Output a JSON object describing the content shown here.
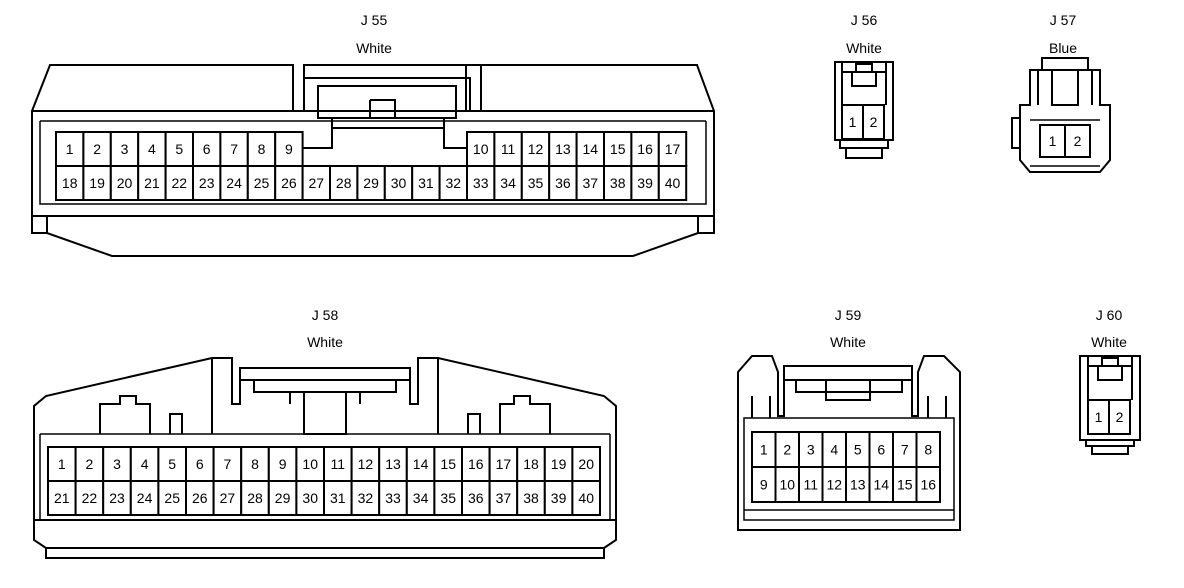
{
  "connectors": [
    {
      "id": "j55",
      "name": "J 55",
      "color": "White",
      "rows": [
        [
          "1",
          "2",
          "3",
          "4",
          "5",
          "6",
          "7",
          "8",
          "9",
          "",
          "",
          "",
          "",
          "",
          "",
          "10",
          "11",
          "12",
          "13",
          "14",
          "15",
          "16",
          "17"
        ],
        [
          "18",
          "19",
          "20",
          "21",
          "22",
          "23",
          "24",
          "25",
          "26",
          "27",
          "28",
          "29",
          "30",
          "31",
          "32",
          "33",
          "34",
          "35",
          "36",
          "37",
          "38",
          "39",
          "40"
        ]
      ]
    },
    {
      "id": "j56",
      "name": "J 56",
      "color": "White",
      "rows": [
        [
          "1",
          "2"
        ]
      ]
    },
    {
      "id": "j57",
      "name": "J 57",
      "color": "Blue",
      "rows": [
        [
          "1",
          "2"
        ]
      ]
    },
    {
      "id": "j58",
      "name": "J 58",
      "color": "White",
      "rows": [
        [
          "1",
          "2",
          "3",
          "4",
          "5",
          "6",
          "7",
          "8",
          "9",
          "10",
          "11",
          "12",
          "13",
          "14",
          "15",
          "16",
          "17",
          "18",
          "19",
          "20"
        ],
        [
          "21",
          "22",
          "23",
          "24",
          "25",
          "26",
          "27",
          "28",
          "29",
          "30",
          "31",
          "32",
          "33",
          "34",
          "35",
          "36",
          "37",
          "38",
          "39",
          "40"
        ]
      ]
    },
    {
      "id": "j59",
      "name": "J 59",
      "color": "White",
      "rows": [
        [
          "1",
          "2",
          "3",
          "4",
          "5",
          "6",
          "7",
          "8"
        ],
        [
          "9",
          "10",
          "11",
          "12",
          "13",
          "14",
          "15",
          "16"
        ]
      ]
    },
    {
      "id": "j60",
      "name": "J 60",
      "color": "White",
      "rows": [
        [
          "1",
          "2"
        ]
      ]
    }
  ]
}
